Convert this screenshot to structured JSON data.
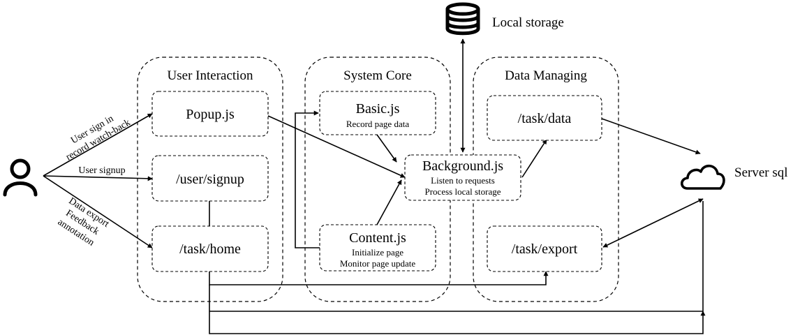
{
  "diagram": {
    "groups": {
      "user_interaction": "User Interaction",
      "system_core": "System Core",
      "data_managing": "Data Managing"
    },
    "nodes": {
      "popup": {
        "title": "Popup.js"
      },
      "user_signup": {
        "title": "/user/signup"
      },
      "task_home": {
        "title": "/task/home"
      },
      "basic": {
        "title": "Basic.js",
        "sub": [
          "Record page data"
        ]
      },
      "background": {
        "title": "Background.js",
        "sub": [
          "Listen to requests",
          "Process local storage"
        ]
      },
      "content": {
        "title": "Content.js",
        "sub": [
          "Initialize page",
          "Monitor page update"
        ]
      },
      "task_data": {
        "title": "/task/data"
      },
      "task_export": {
        "title": "/task/export"
      }
    },
    "external": {
      "local_storage": "Local storage",
      "server_sql": "Server sql"
    },
    "edge_labels": {
      "popup_edge": [
        "User sign in",
        "record watch-back"
      ],
      "signup_edge": [
        "User signup"
      ],
      "home_edge": [
        "Data export",
        "Feedback",
        "annotation"
      ]
    },
    "icons": {
      "user": "user-icon",
      "database": "database-icon",
      "cloud": "cloud-icon"
    }
  }
}
